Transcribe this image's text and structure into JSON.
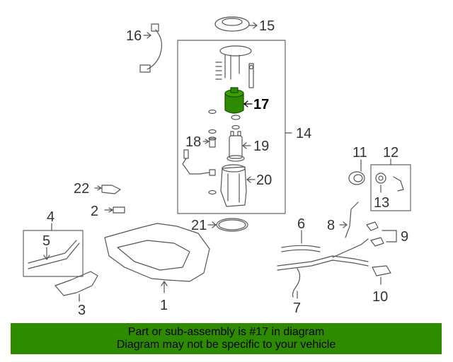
{
  "diagram": {
    "highlight_color": "#2e8b00",
    "highlighted_callout": "17",
    "callouts": {
      "c1": "1",
      "c2": "2",
      "c3": "3",
      "c4": "4",
      "c5": "5",
      "c6": "6",
      "c7": "7",
      "c8": "8",
      "c9": "9",
      "c10": "10",
      "c11": "11",
      "c12": "12",
      "c13": "13",
      "c14": "14",
      "c15": "15",
      "c16": "16",
      "c17": "17",
      "c18": "18",
      "c19": "19",
      "c20": "20",
      "c21": "21",
      "c22": "22"
    }
  },
  "banner": {
    "line1": "Part or sub-assembly is #17 in diagram",
    "line2": "Diagram may not be specific to your vehicle"
  }
}
